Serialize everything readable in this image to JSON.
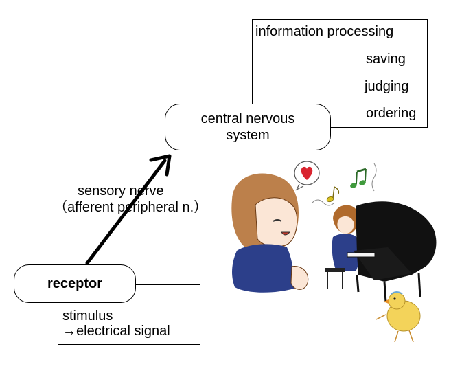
{
  "cns": {
    "title_line1": "central nervous",
    "title_line2": "system",
    "functions_title": "information processing",
    "functions": [
      "saving",
      "judging",
      "ordering"
    ]
  },
  "nerve": {
    "line1": "sensory nerve",
    "line2": "（afferent peripheral n.）"
  },
  "receptor": {
    "label": "receptor",
    "stimulus_line1": "stimulus",
    "stimulus_line2": "→electrical signal"
  },
  "illustration": {
    "icons": [
      "heart-icon",
      "music-note-icon",
      "double-music-note-icon"
    ]
  },
  "colors": {
    "heart": "#d9242f",
    "notes": "#d8c020",
    "notes2": "#3f9a3c",
    "uniform": "#2c3f8a",
    "hair": "#b06a2c",
    "piano": "#111111",
    "chick": "#f3d35a"
  }
}
